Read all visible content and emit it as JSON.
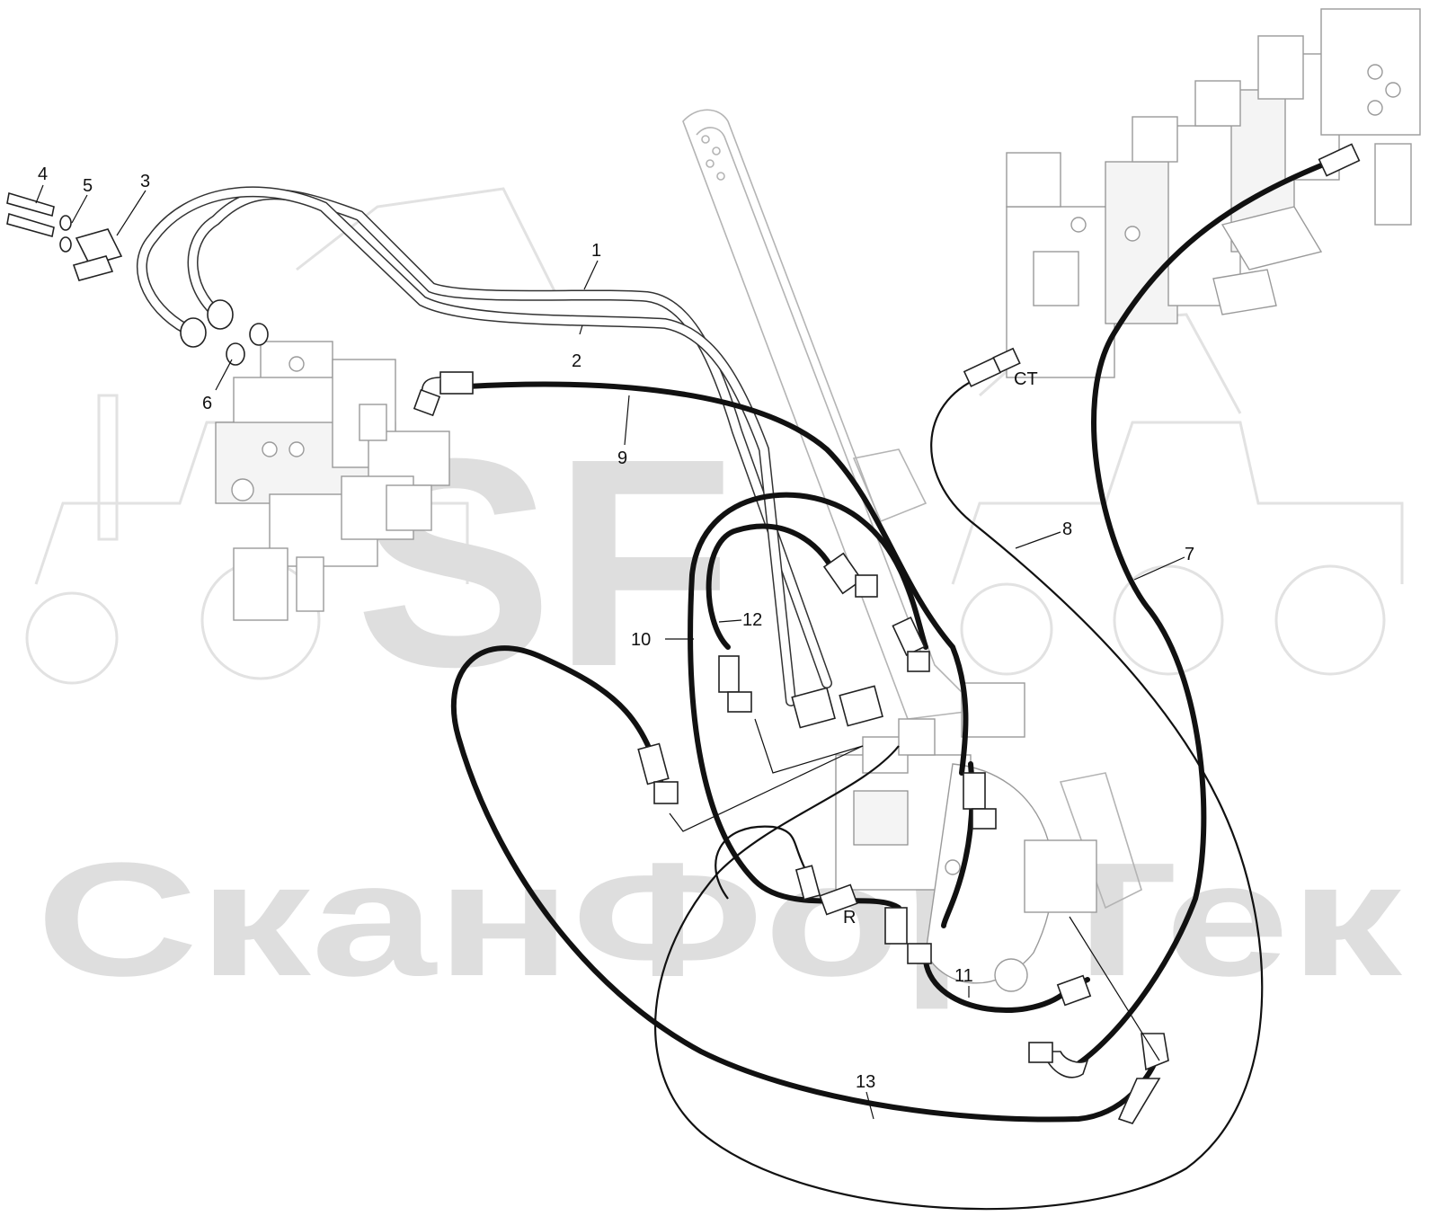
{
  "watermark": {
    "brand": "SF",
    "company": "СканФорТек"
  },
  "callouts": [
    {
      "id": "1",
      "text": "1"
    },
    {
      "id": "2",
      "text": "2"
    },
    {
      "id": "3",
      "text": "3"
    },
    {
      "id": "4",
      "text": "4"
    },
    {
      "id": "5",
      "text": "5"
    },
    {
      "id": "6",
      "text": "6"
    },
    {
      "id": "7",
      "text": "7"
    },
    {
      "id": "8",
      "text": "8"
    },
    {
      "id": "9",
      "text": "9"
    },
    {
      "id": "10",
      "text": "10"
    },
    {
      "id": "11",
      "text": "11"
    },
    {
      "id": "12",
      "text": "12"
    },
    {
      "id": "13",
      "text": "13"
    }
  ],
  "port_labels": {
    "ct": "CT",
    "r": "R"
  },
  "colors": {
    "hose": "#111111",
    "watermark": "#dedede",
    "part_outline": "#9a9a9a"
  }
}
